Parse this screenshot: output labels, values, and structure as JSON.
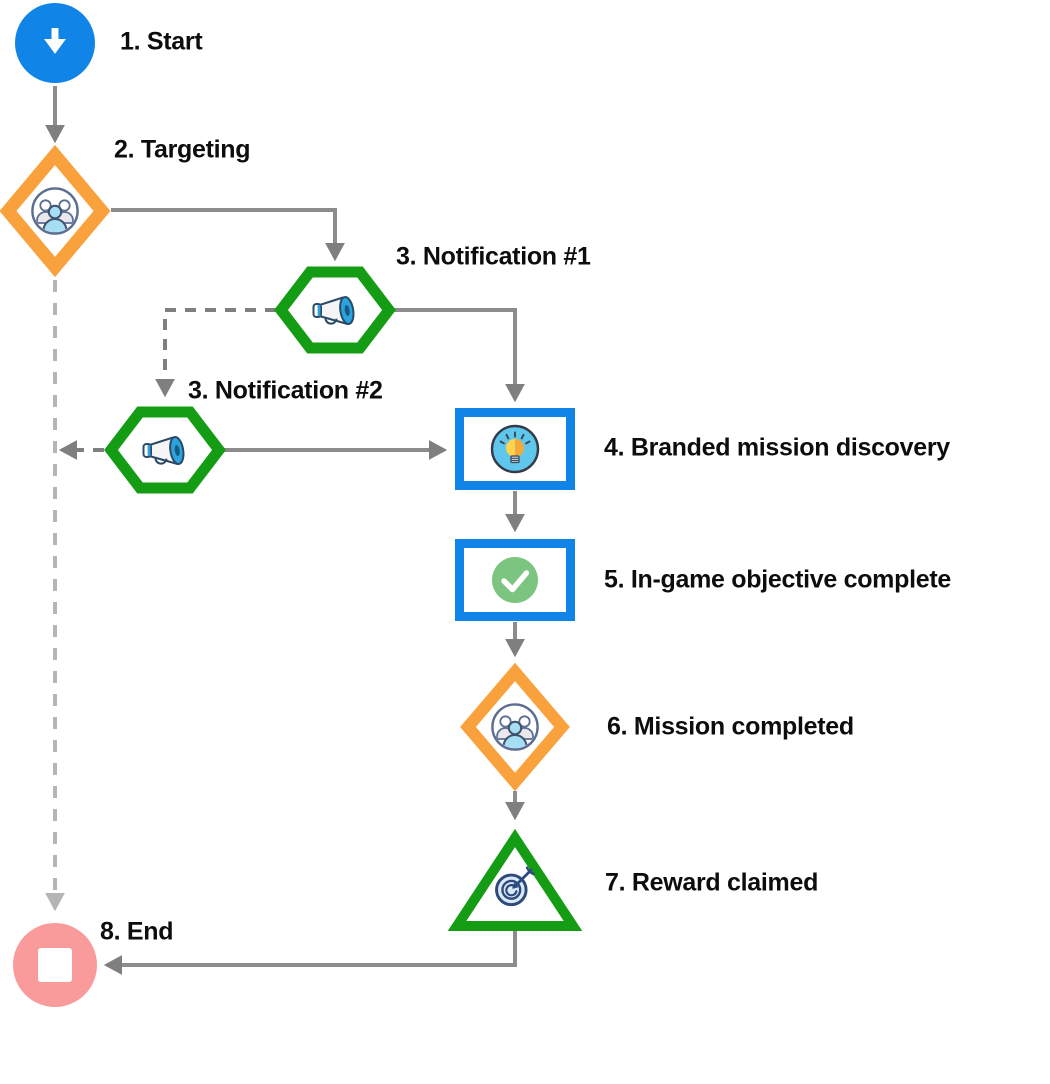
{
  "diagram": {
    "nodes": [
      {
        "id": "start",
        "label": "1. Start",
        "shape": "circle",
        "color": "#1185E7",
        "icon": "arrow-down"
      },
      {
        "id": "targeting",
        "label": "2. Targeting",
        "shape": "diamond",
        "color": "#F9A13C",
        "icon": "audience"
      },
      {
        "id": "notification1",
        "label": "3. Notification #1",
        "shape": "hexagon",
        "color": "#149C14",
        "icon": "megaphone"
      },
      {
        "id": "notification2",
        "label": "3. Notification #2",
        "shape": "hexagon",
        "color": "#149C14",
        "icon": "megaphone"
      },
      {
        "id": "discovery",
        "label": "4. Branded mission discovery",
        "shape": "rectangle",
        "color": "#1185E7",
        "icon": "lightbulb"
      },
      {
        "id": "objective",
        "label": "5. In-game objective complete",
        "shape": "rectangle",
        "color": "#1185E7",
        "icon": "check-circle"
      },
      {
        "id": "mission_completed",
        "label": "6. Mission completed",
        "shape": "diamond",
        "color": "#F9A13C",
        "icon": "audience"
      },
      {
        "id": "reward",
        "label": "7. Reward claimed",
        "shape": "triangle",
        "color": "#149C14",
        "icon": "target"
      },
      {
        "id": "end",
        "label": "8. End",
        "shape": "circle",
        "color": "#FA9B9B",
        "icon": "stop-square"
      }
    ],
    "edges": [
      {
        "from": "start",
        "to": "targeting",
        "style": "solid"
      },
      {
        "from": "targeting",
        "to": "notification1",
        "style": "solid"
      },
      {
        "from": "notification1",
        "to": "discovery",
        "style": "solid"
      },
      {
        "from": "notification1",
        "to": "notification2",
        "style": "dashed"
      },
      {
        "from": "notification2",
        "to": "discovery",
        "style": "solid"
      },
      {
        "from": "notification2",
        "to": "skip_path",
        "style": "dashed"
      },
      {
        "from": "targeting",
        "to": "end",
        "style": "dashed-light"
      },
      {
        "from": "discovery",
        "to": "objective",
        "style": "solid"
      },
      {
        "from": "objective",
        "to": "mission_completed",
        "style": "solid"
      },
      {
        "from": "mission_completed",
        "to": "reward",
        "style": "solid"
      },
      {
        "from": "reward",
        "to": "end",
        "style": "solid"
      }
    ],
    "palette": {
      "node_blue": "#1185E7",
      "node_orange": "#F9A13C",
      "node_green": "#149C14",
      "node_pink": "#FA9B9B",
      "check_green": "#7CC580",
      "lightbulb_blue": "#5FC6EC",
      "connector_gray": "#8C8C8C",
      "connector_dashed_dark": "#7F7F7F",
      "connector_dashed_light": "#B5B5B5",
      "text_black": "#0D0D0D"
    }
  }
}
